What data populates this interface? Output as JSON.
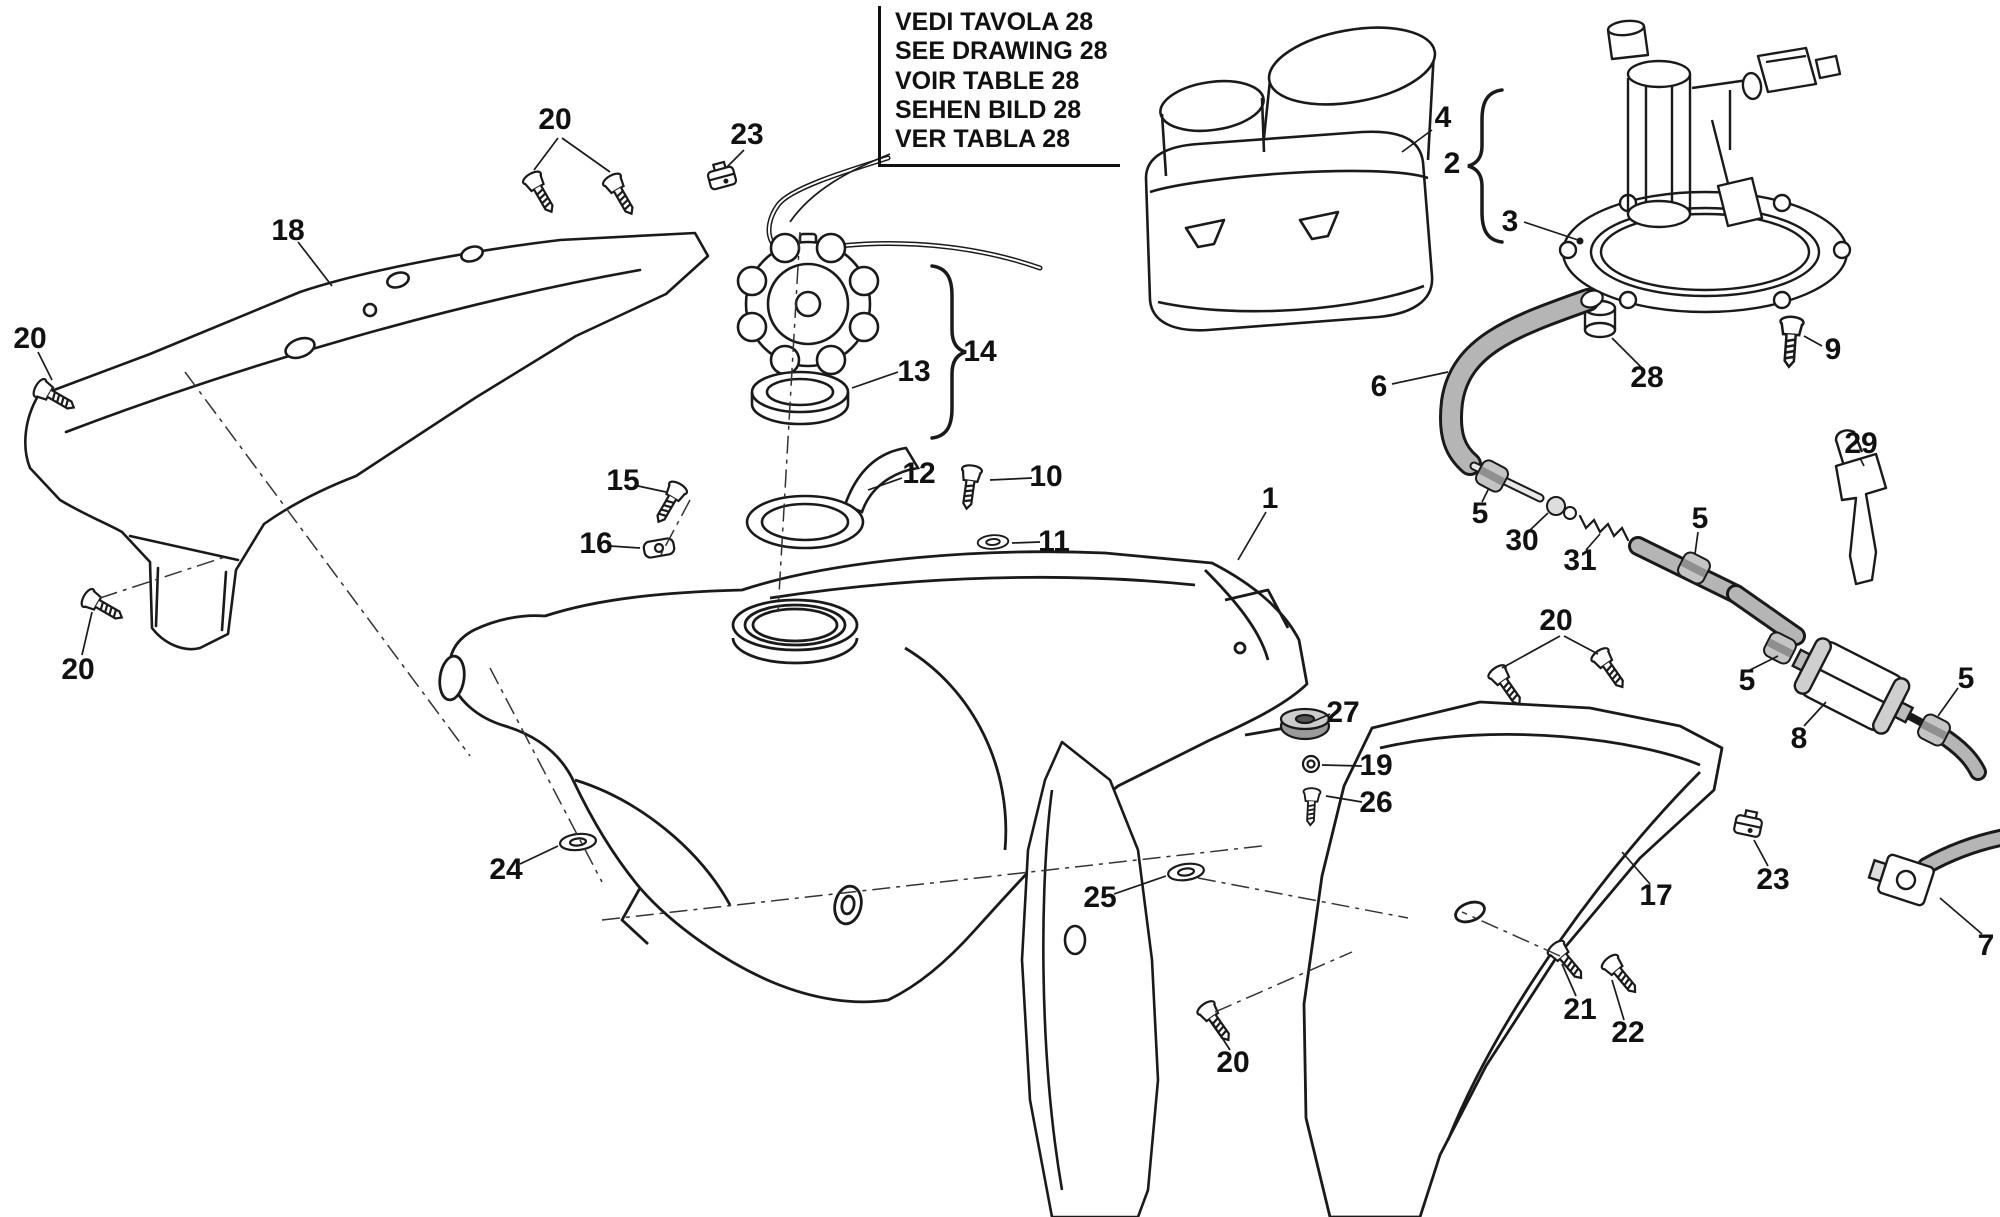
{
  "note_box": {
    "lines": [
      "VEDI TAVOLA 28",
      "SEE DRAWING 28",
      "VOIR TABLE 28",
      "SEHEN BILD 28",
      "VER TABLA 28"
    ]
  },
  "colors": {
    "line": "#1a1a1a",
    "hose_gray": "#b5b5b5",
    "clamp_gray": "#c4c4c4",
    "background": "#ffffff"
  },
  "callouts": [
    {
      "text": "20"
    },
    {
      "text": "23"
    },
    {
      "text": "18"
    },
    {
      "text": "20"
    },
    {
      "text": "4"
    },
    {
      "text": "2"
    },
    {
      "text": "3"
    },
    {
      "text": "14"
    },
    {
      "text": "13"
    },
    {
      "text": "9"
    },
    {
      "text": "28"
    },
    {
      "text": "6"
    },
    {
      "text": "29"
    },
    {
      "text": "15"
    },
    {
      "text": "12"
    },
    {
      "text": "10"
    },
    {
      "text": "16"
    },
    {
      "text": "11"
    },
    {
      "text": "1"
    },
    {
      "text": "5"
    },
    {
      "text": "30"
    },
    {
      "text": "5"
    },
    {
      "text": "31"
    },
    {
      "text": "20"
    },
    {
      "text": "20"
    },
    {
      "text": "5"
    },
    {
      "text": "5"
    },
    {
      "text": "8"
    },
    {
      "text": "27"
    },
    {
      "text": "19"
    },
    {
      "text": "26"
    },
    {
      "text": "24"
    },
    {
      "text": "25"
    },
    {
      "text": "17"
    },
    {
      "text": "23"
    },
    {
      "text": "7"
    },
    {
      "text": "21"
    },
    {
      "text": "22"
    },
    {
      "text": "20"
    }
  ]
}
